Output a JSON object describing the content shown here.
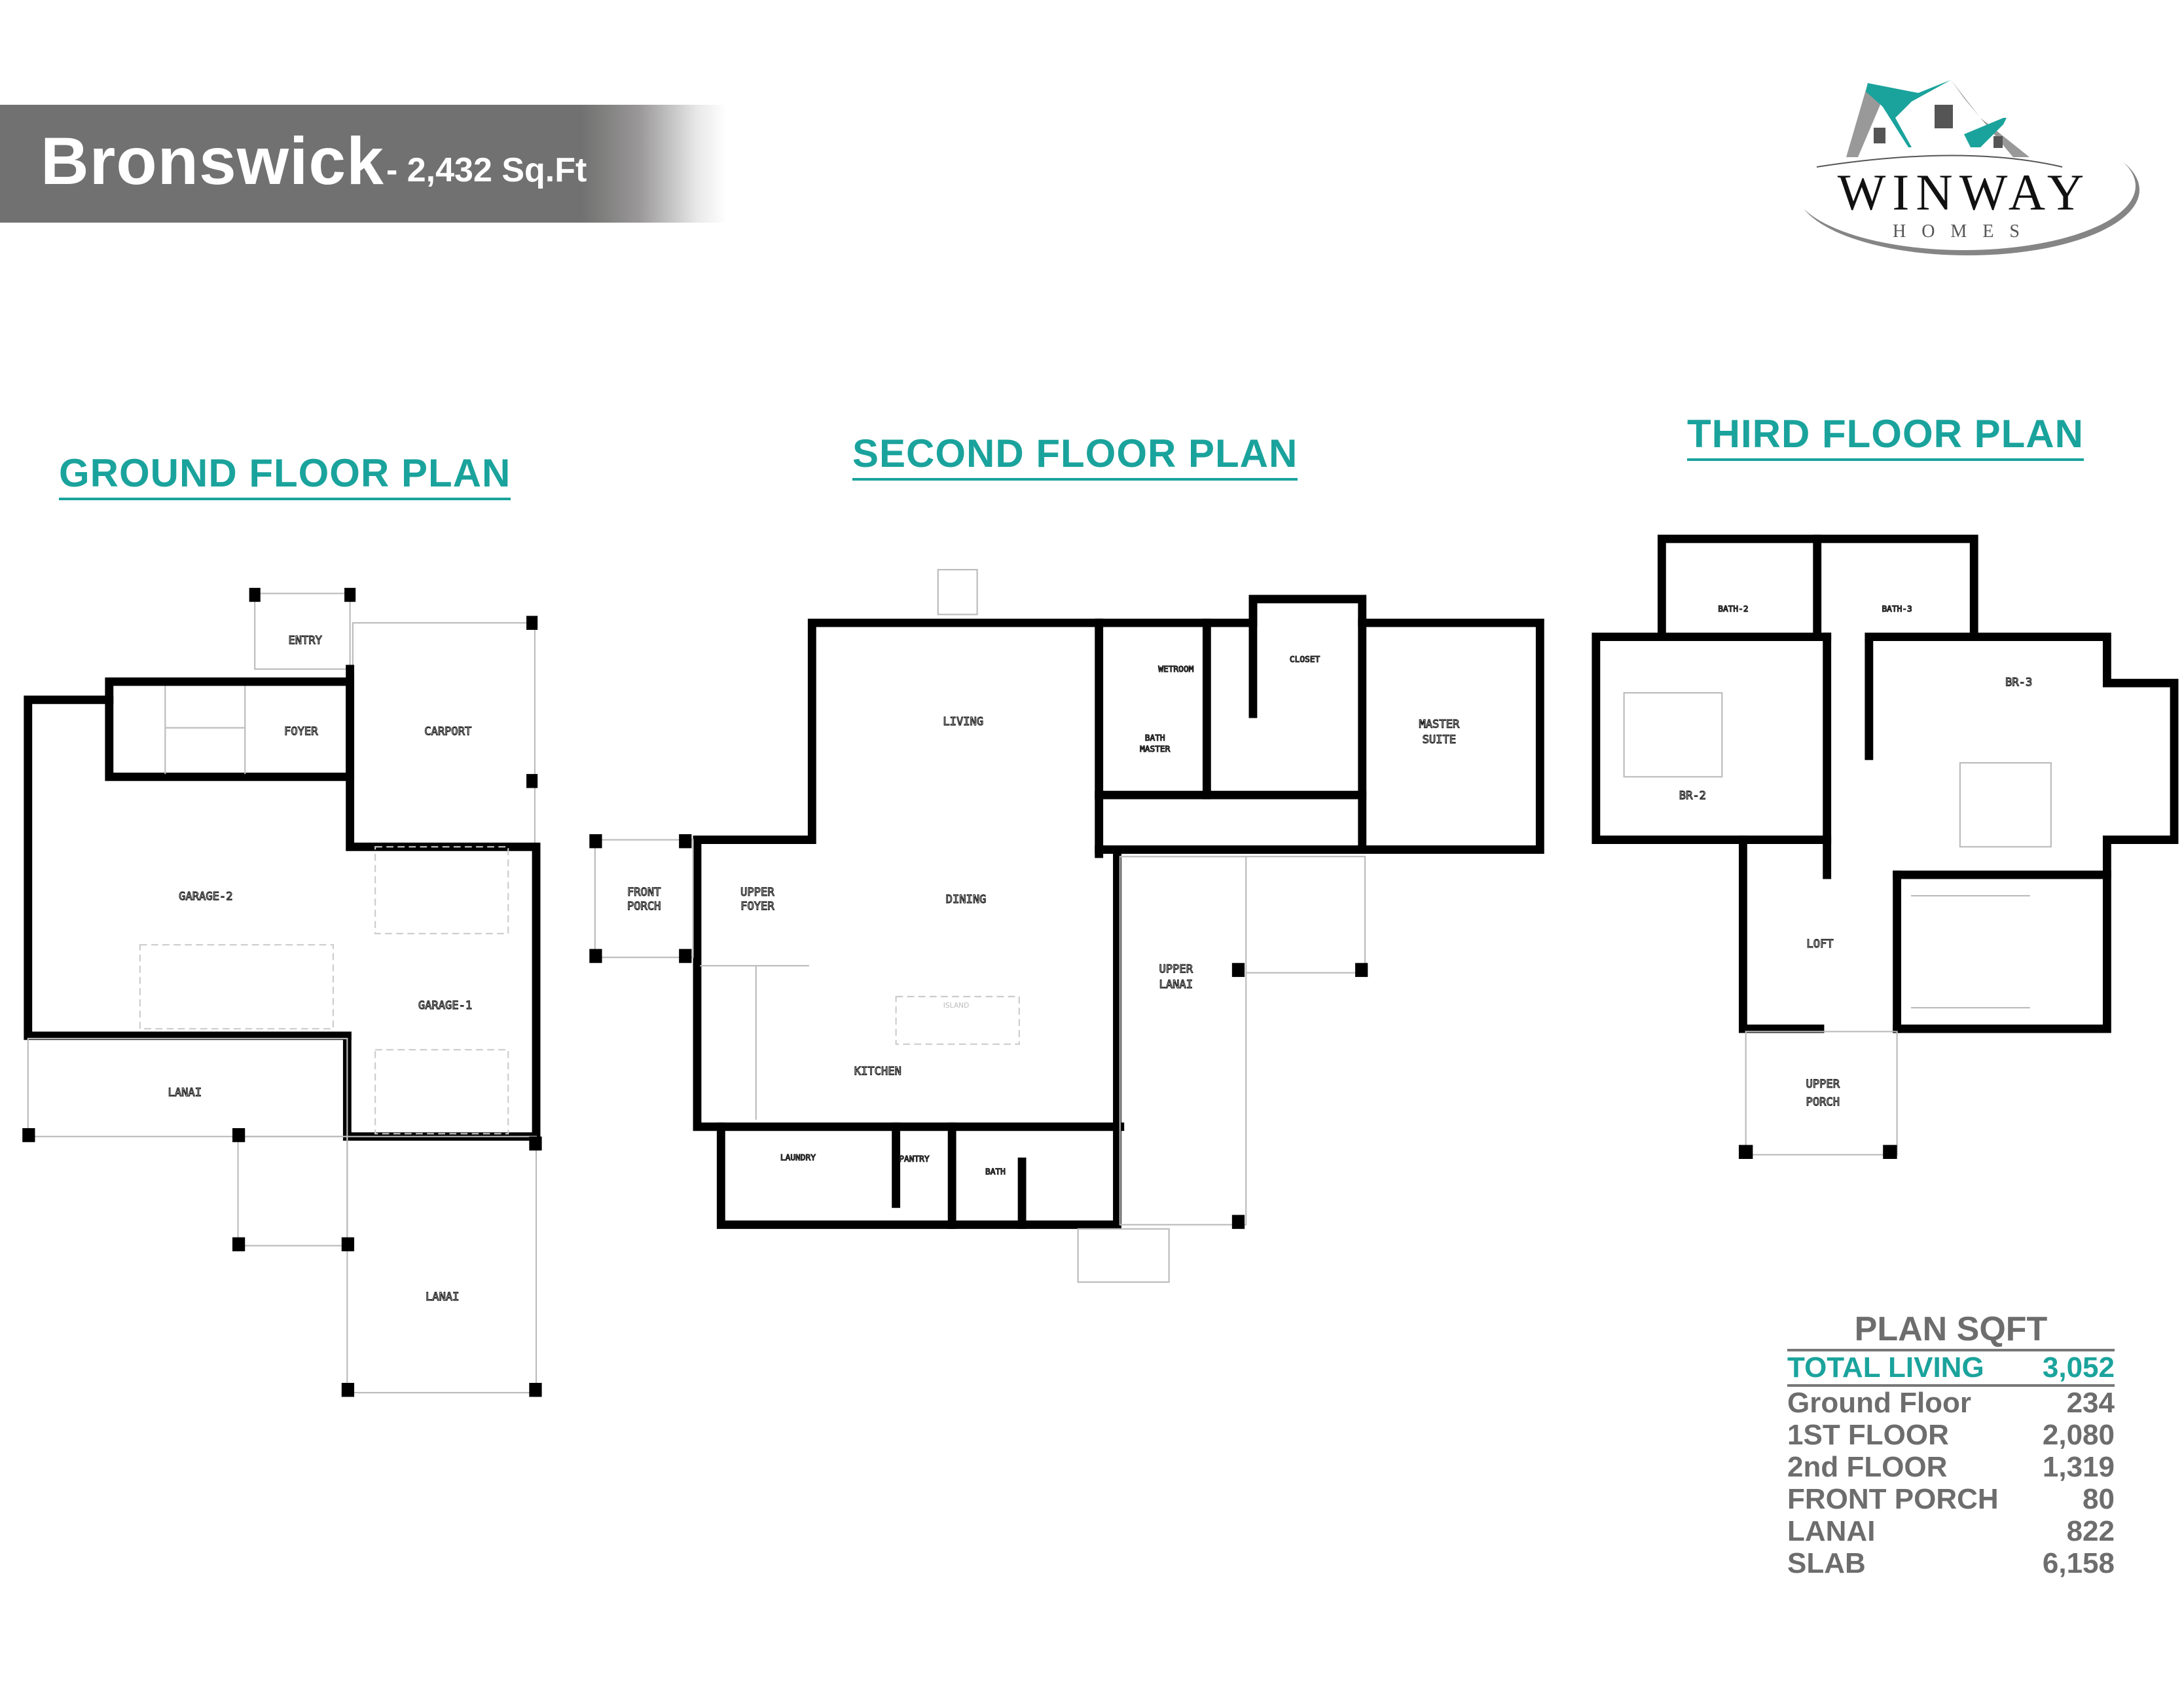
{
  "header": {
    "plan_name": "Bronswick",
    "sqft_label": "- 2,432 Sq.Ft"
  },
  "logo": {
    "brand": "WINWAY",
    "sub": "HOMES"
  },
  "colors": {
    "accent": "#1aa39c",
    "banner": "#707170",
    "text_gray": "#6d6d6d"
  },
  "plans": {
    "ground": {
      "title": "GROUND FLOOR PLAN",
      "rooms": [
        "ENTRY",
        "FOYER",
        "CARPORT",
        "GARAGE-2",
        "GARAGE-1",
        "LANAI",
        "LANAI"
      ]
    },
    "second": {
      "title": "SECOND FLOOR PLAN",
      "rooms": [
        "LIVING",
        "WETROOM",
        "CLOSET",
        "BATH",
        "MASTER",
        "MASTER",
        "SUITE",
        "FRONT",
        "PORCH",
        "UPPER",
        "FOYER",
        "DINING",
        "UPPER",
        "LANAI",
        "ISLAND",
        "KITCHEN",
        "LAUNDRY",
        "PANTRY",
        "BATH"
      ]
    },
    "third": {
      "title": "THIRD FLOOR PLAN",
      "rooms": [
        "BATH-2",
        "BATH-3",
        "BR-3",
        "BR-2",
        "LOFT",
        "UPPER",
        "PORCH"
      ]
    }
  },
  "sqft_table": {
    "title": "PLAN SQFT",
    "total": {
      "label": "TOTAL LIVING",
      "value": "3,052"
    },
    "rows": [
      {
        "label": "Ground Floor",
        "value": "234"
      },
      {
        "label": "1ST FLOOR",
        "value": "2,080"
      },
      {
        "label": "2nd FLOOR",
        "value": "1,319"
      },
      {
        "label": "FRONT PORCH",
        "value": "80"
      },
      {
        "label": "LANAI",
        "value": "822"
      },
      {
        "label": "SLAB",
        "value": "6,158"
      }
    ]
  }
}
